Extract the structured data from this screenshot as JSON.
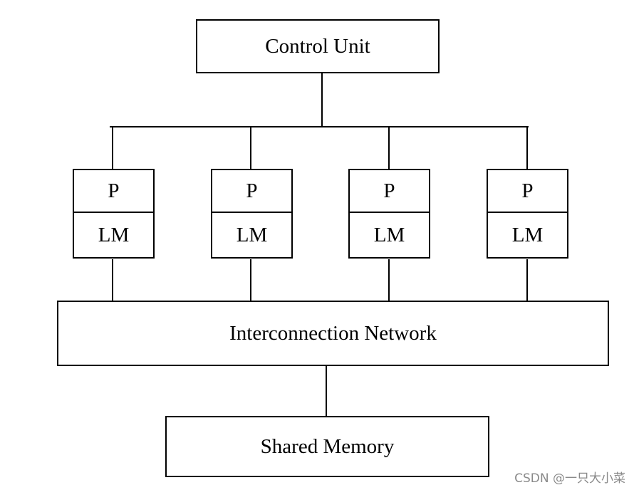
{
  "diagram": {
    "control_unit": "Control Unit",
    "processing_elements": [
      {
        "processor": "P",
        "local_memory": "LM"
      },
      {
        "processor": "P",
        "local_memory": "LM"
      },
      {
        "processor": "P",
        "local_memory": "LM"
      },
      {
        "processor": "P",
        "local_memory": "LM"
      }
    ],
    "interconnection_network": "Interconnection Network",
    "shared_memory": "Shared Memory"
  },
  "watermark": "CSDN @一只大小菜"
}
